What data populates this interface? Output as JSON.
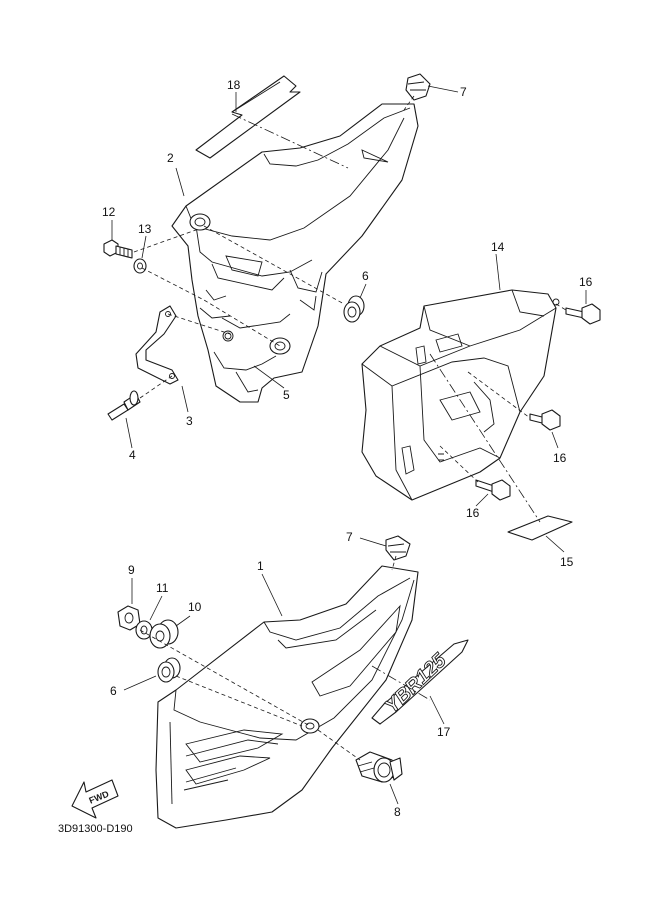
{
  "drawing_code": "3D91300-D190",
  "fwd_label": "FWD",
  "badge_text": "YBR125",
  "callouts": {
    "c1": "1",
    "c2": "2",
    "c3": "3",
    "c4": "4",
    "c5": "5",
    "c6a": "6",
    "c6b": "6",
    "c7a": "7",
    "c7b": "7",
    "c8": "8",
    "c9": "9",
    "c10": "10",
    "c11": "11",
    "c12": "12",
    "c13": "13",
    "c14": "14",
    "c15": "15",
    "c16a": "16",
    "c16b": "16",
    "c16c": "16",
    "c17": "17",
    "c18": "18"
  }
}
